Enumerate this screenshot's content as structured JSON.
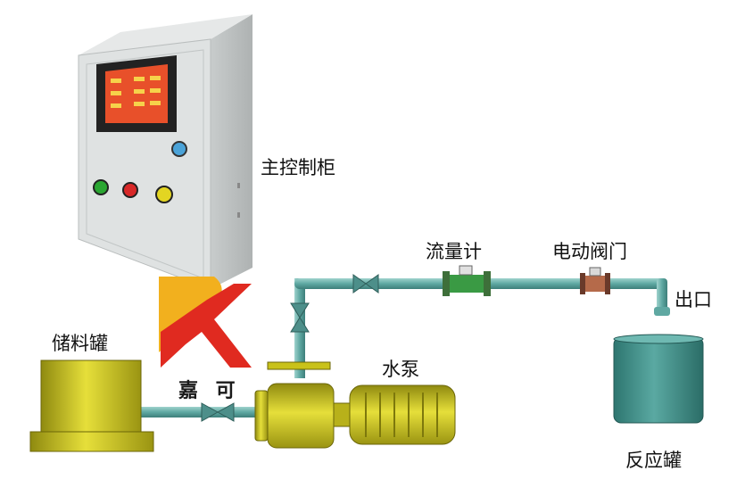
{
  "labels": {
    "control_cabinet": "主控制柜",
    "flow_meter": "流量计",
    "electric_valve": "电动阀门",
    "outlet": "出口",
    "storage_tank": "储料罐",
    "water_pump": "水泵",
    "reaction_tank": "反应罐"
  },
  "brand": {
    "name": "嘉 可",
    "logo_letter": "K"
  },
  "colors": {
    "pipe": "#6fb5b0",
    "tank_yellow": "#c9c21a",
    "reaction_tank": "#3f8f88",
    "cabinet": "#d9dcdc",
    "screen": "#e8502a",
    "logo_red": "#e02a20",
    "logo_yellow": "#f2b01e"
  }
}
